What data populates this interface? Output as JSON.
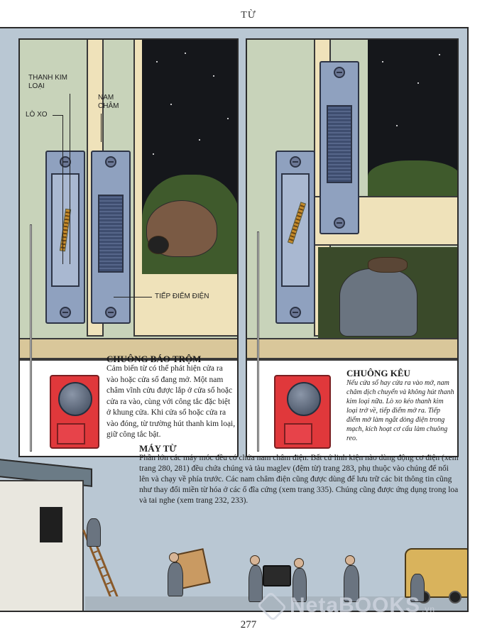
{
  "running_head": "TỪ",
  "page_number": "277",
  "labels": {
    "metal_strip": "THANH KIM LOẠI",
    "spring": "LÒ XO",
    "magnet": "NAM CHÂM",
    "contact": "TIẾP ĐIỂM ĐIỆN"
  },
  "burglar_alarm": {
    "title": "CHUÔNG BÁO TRỘM",
    "body": "Cảm biến từ có thể phát hiện cửa ra vào hoặc cửa sổ đang mở. Một nam châm vĩnh cửu được lắp ở cửa sổ hoặc cửa ra vào, cùng với công tắc đặc biệt ở khung cửa. Khi cửa sổ hoặc cửa ra vào đóng, từ trường hút thanh kim loại, giữ công tắc bật."
  },
  "bell_rings": {
    "title": "CHUÔNG KÊU",
    "body": "Nếu cửa sổ hay cửa ra vào mở, nam châm dịch chuyển và không hút thanh kim loại nữa. Lò xo kéo thanh kim loại trở về, tiếp điểm mở ra. Tiếp điểm mở làm ngắt dòng điện trong mạch, kích hoạt cơ cấu làm chuông reo."
  },
  "magnetic_machines": {
    "title": "MÁY TỪ",
    "body": "Phần lớn các máy móc đều có chứa nam châm điện. Bất cứ linh kiện nào dùng động cơ điện (xem trang 280, 281) đều chứa chúng và tàu maglev (đệm từ) trang 283, phụ thuộc vào chúng để nổi lên và chạy về phía trước. Các nam châm điện cũng được dùng để lưu trữ các bit thông tin cũng như thay đổi miền từ hóa ở các ổ đĩa cứng (xem trang 335). Chúng cũng được ứng dụng trong loa và tai nghe (xem trang 232, 233)."
  },
  "watermark": {
    "text": "NetaBOOKS",
    "tld": ".vn"
  },
  "colors": {
    "sky_blue": "#b9c7d3",
    "wall_green": "#c8d3ba",
    "frame_cream": "#efe2ba",
    "mount_blue": "#8fa1bf",
    "bell_red": "#e0383b"
  }
}
